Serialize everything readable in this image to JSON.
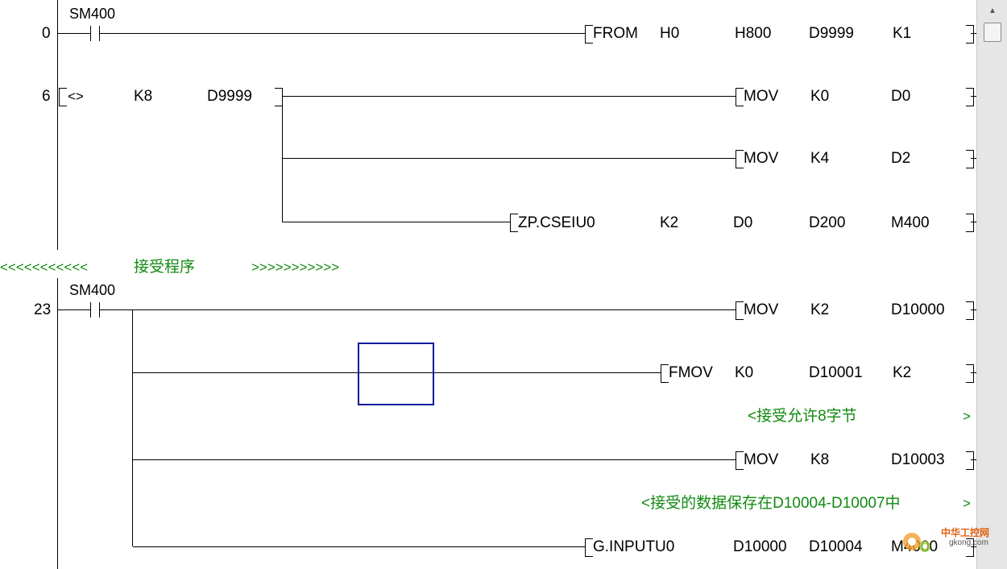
{
  "ladder": {
    "rung0": {
      "step": "0",
      "contact": "SM400",
      "instr": "FROM",
      "op1": "H0",
      "op2": "H800",
      "op3": "D9999",
      "op4": "K1"
    },
    "rung6": {
      "step": "6",
      "cmp": "<>",
      "cmp_op1": "K8",
      "cmp_op2": "D9999",
      "mov1": {
        "instr": "MOV",
        "op1": "K0",
        "op2": "D0"
      },
      "mov2": {
        "instr": "MOV",
        "op1": "K4",
        "op2": "D2"
      },
      "cset": {
        "instr": "ZP.CSEΙU0",
        "op1": "K2",
        "op2": "D0",
        "op3": "D200",
        "op4": "M400"
      }
    },
    "statement": {
      "left": "<<<<<<<<<<<",
      "text": "接受程序",
      "right": ">>>>>>>>>>>"
    },
    "rung23": {
      "step": "23",
      "contact": "SM400",
      "mov1": {
        "instr": "MOV",
        "op1": "K2",
        "op2": "D10000"
      },
      "fmov": {
        "instr": "FMOV",
        "op1": "K0",
        "op2": "D10001",
        "op3": "K2"
      },
      "note1": {
        "text": "<接受允许8字节",
        "end": ">"
      },
      "mov2": {
        "instr": "MOV",
        "op1": "K8",
        "op2": "D10003"
      },
      "note2": {
        "text": "<接受的数据保存在D10004-D10007中",
        "end": ">"
      },
      "input": {
        "instr": "G.INPUTU0",
        "op1": "D10000",
        "op2": "D10004",
        "op3": "M4000"
      }
    }
  },
  "watermark": {
    "line1": "中华工控网",
    "line2": "gkong.com"
  },
  "colors": {
    "comment_green": "#118a11",
    "cursor_blue": "#0a1a9a"
  },
  "icons": {
    "scroll_up": "triangle-up"
  }
}
